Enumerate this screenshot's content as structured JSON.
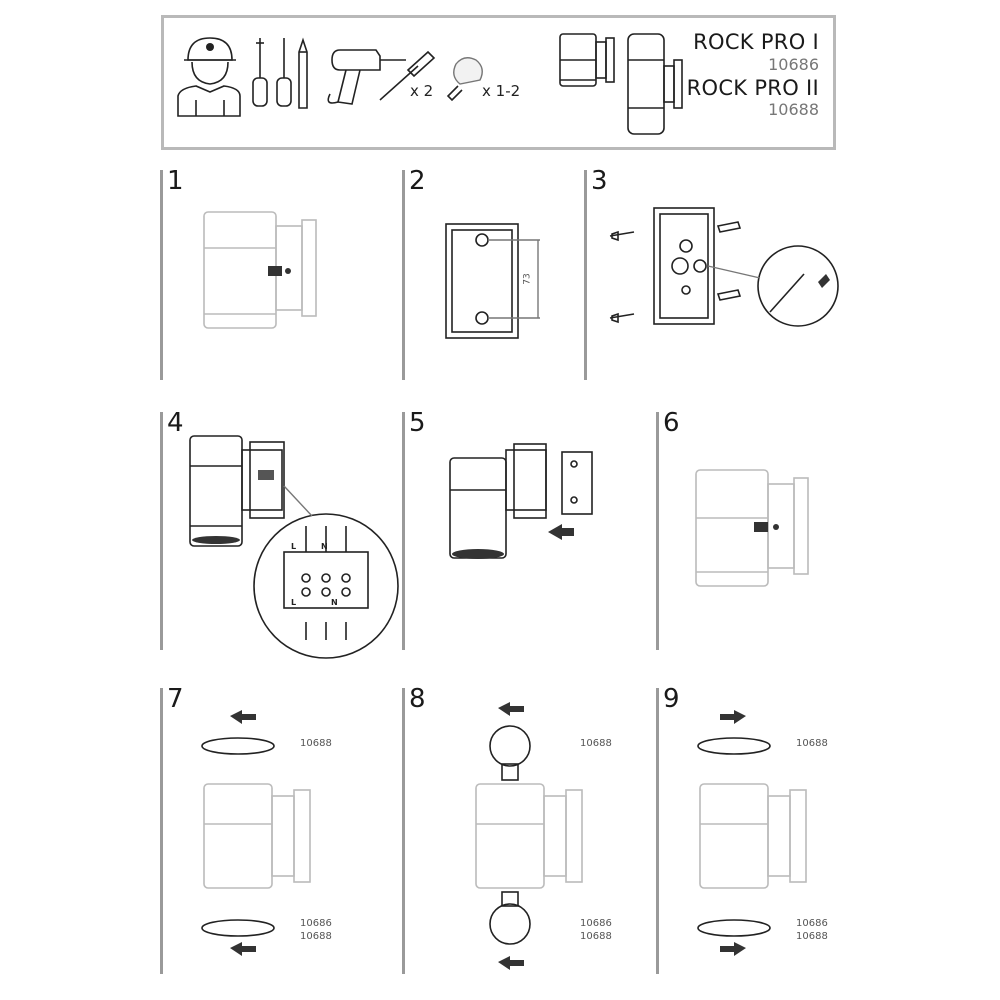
{
  "header": {
    "product1_name": "ROCK PRO I",
    "product1_code": "10686",
    "product2_name": "ROCK PRO II",
    "product2_code": "10688",
    "anchor_qty": "x 2",
    "bulb_qty": "x 1-2",
    "icons": [
      "installer-icon",
      "screwdriver-phillips-icon",
      "screwdriver-flat-icon",
      "pencil-icon",
      "drill-icon",
      "wall-anchor-icon",
      "bulb-icon",
      "lamp-single-icon",
      "lamp-double-icon"
    ]
  },
  "steps": [
    {
      "number": "1"
    },
    {
      "number": "2",
      "dimension": "73"
    },
    {
      "number": "3"
    },
    {
      "number": "4",
      "wiring_top": [
        "L",
        "N"
      ],
      "wiring_bottom": [
        "L",
        "N"
      ]
    },
    {
      "number": "5"
    },
    {
      "number": "6"
    },
    {
      "number": "7",
      "model_top": "10688",
      "model_bottom_1": "10686",
      "model_bottom_2": "10688"
    },
    {
      "number": "8",
      "model_top": "10688",
      "model_bottom_1": "10686",
      "model_bottom_2": "10688"
    },
    {
      "number": "9",
      "model_top": "10688",
      "model_bottom_1": "10686",
      "model_bottom_2": "10688"
    }
  ],
  "colors": {
    "frame": "#b9b9b9",
    "line": "#222222",
    "faded": "#bbbbbb"
  }
}
